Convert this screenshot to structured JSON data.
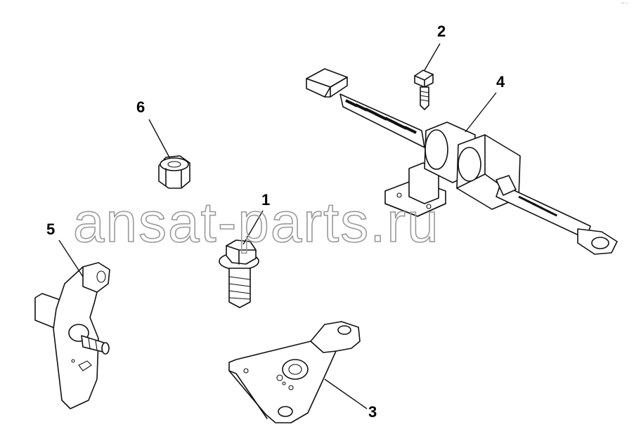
{
  "watermark": "ansat-parts.ru",
  "corner_mark": "·ⁿ ···",
  "callouts": [
    {
      "id": "part-1",
      "number": "1"
    },
    {
      "id": "part-2",
      "number": "2"
    },
    {
      "id": "part-3",
      "number": "3"
    },
    {
      "id": "part-4",
      "number": "4"
    },
    {
      "id": "part-5",
      "number": "5"
    },
    {
      "id": "part-6",
      "number": "6"
    }
  ],
  "colors": {
    "line": "#111111",
    "watermark": "#9a9a9a",
    "background": "#ffffff"
  }
}
